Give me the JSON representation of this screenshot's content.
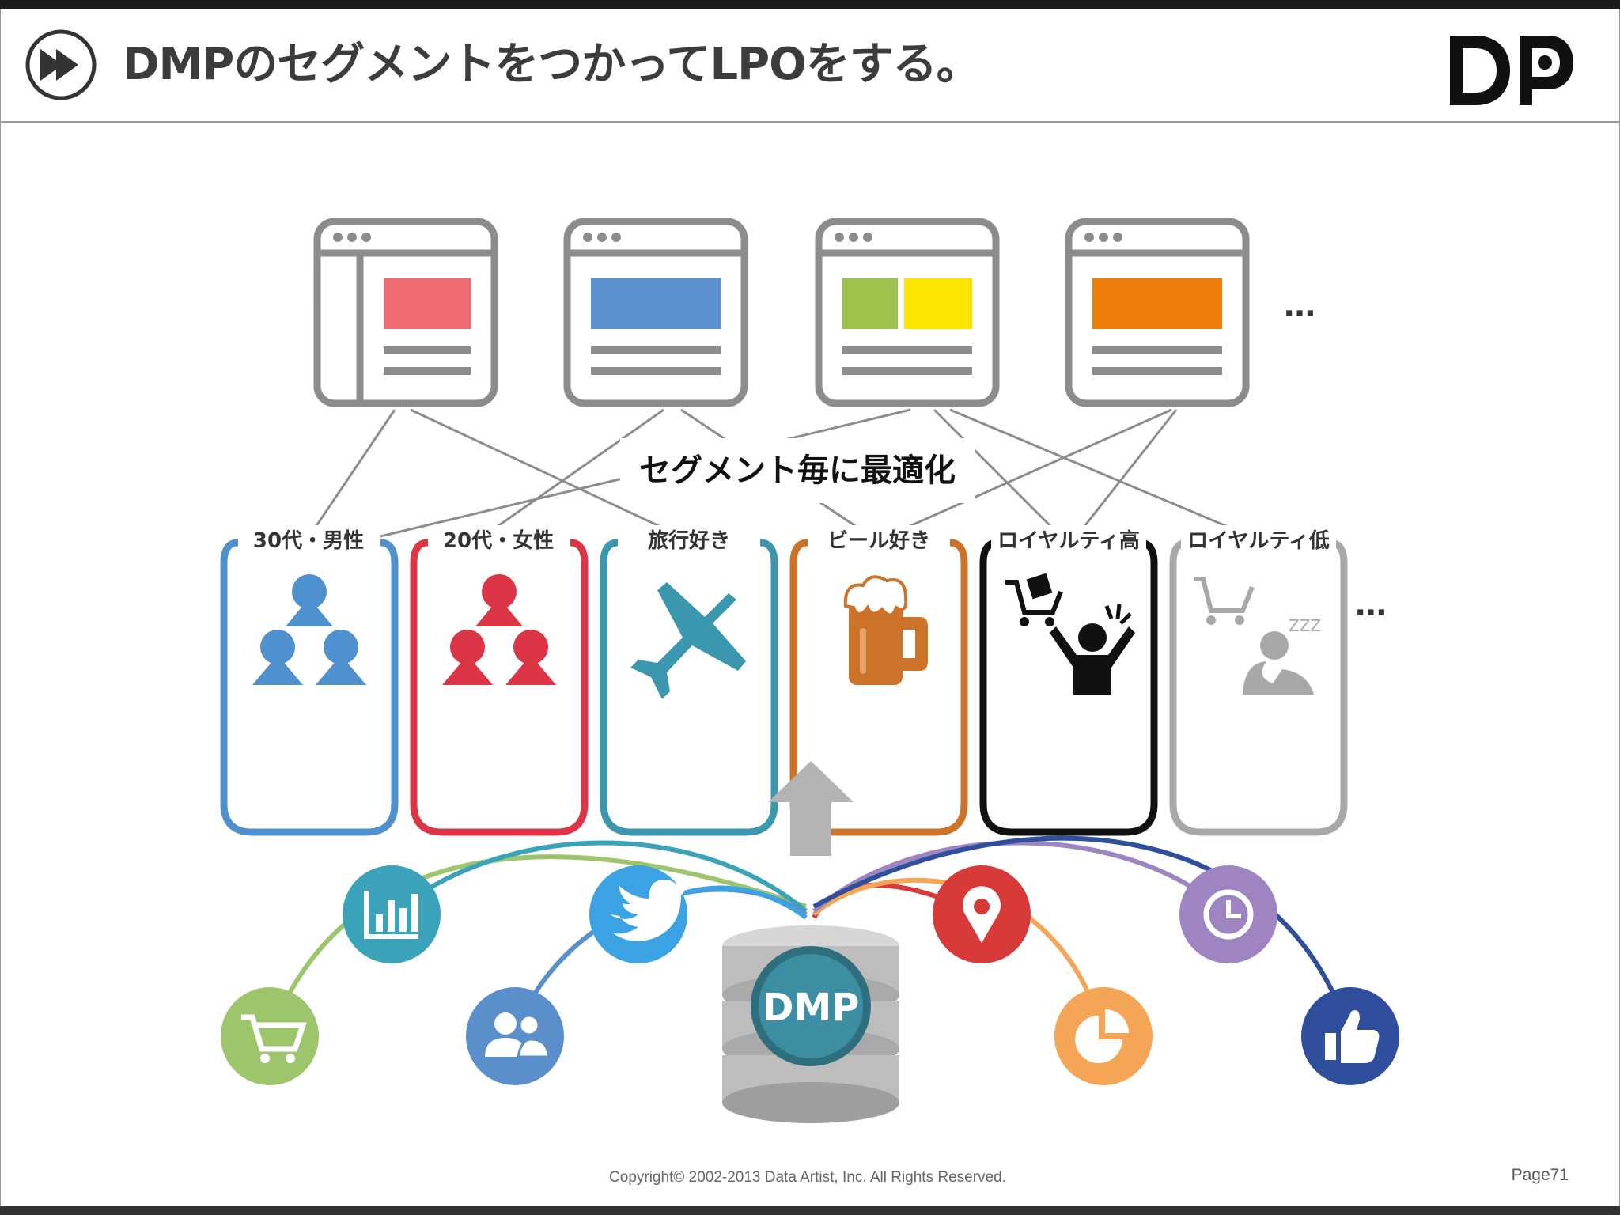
{
  "header": {
    "title": "DMPのセグメントをつかってLPOをする。",
    "play_icon": "play-arrow-icon",
    "logo_text": "DP"
  },
  "diagram": {
    "center_label": "セグメント毎に最適化",
    "pages": [
      {
        "name": "sidebar-layout",
        "colors": [
          "#ef6b72"
        ]
      },
      {
        "name": "wide-banner-layout",
        "colors": [
          "#5b8fcf"
        ]
      },
      {
        "name": "split-banner-layout",
        "colors": [
          "#9dc14a",
          "#fae400"
        ]
      },
      {
        "name": "orange-banner-layout",
        "colors": [
          "#ee7c09"
        ]
      }
    ],
    "pages_more": "…",
    "segments": [
      {
        "label": "30代・男性",
        "color": "#4f90cf",
        "icon": "people-group-icon"
      },
      {
        "label": "20代・女性",
        "color": "#dc3545",
        "icon": "people-group-icon"
      },
      {
        "label": "旅行好き",
        "color": "#3a97ad",
        "icon": "airplane-icon"
      },
      {
        "label": "ビール好き",
        "color": "#cc7229",
        "icon": "beer-mug-icon"
      },
      {
        "label": "ロイヤルティ高",
        "color": "#111111",
        "icon": "excited-shopper-icon"
      },
      {
        "label": "ロイヤルティ低",
        "color": "#a8a8a8",
        "icon": "sleepy-shopper-icon"
      }
    ],
    "segments_more": "…",
    "segment_zzz": "ZZZ",
    "dmp_label": "DMP",
    "sources": [
      {
        "name": "cart-icon",
        "color": "#9cc56c"
      },
      {
        "name": "bar-chart-icon",
        "color": "#3aa2b9"
      },
      {
        "name": "people-icon",
        "color": "#5a8fcc"
      },
      {
        "name": "twitter-bird-icon",
        "color": "#3ba3e3"
      },
      {
        "name": "map-pin-icon",
        "color": "#d83a3a"
      },
      {
        "name": "pie-chart-icon",
        "color": "#f4a555"
      },
      {
        "name": "clock-icon",
        "color": "#9e84c0"
      },
      {
        "name": "thumbs-up-icon",
        "color": "#2f4f9c"
      }
    ]
  },
  "footer": {
    "copyright": "Copyright© 2002-2013 Data Artist, Inc.   All Rights Reserved.",
    "page": "Page71"
  }
}
